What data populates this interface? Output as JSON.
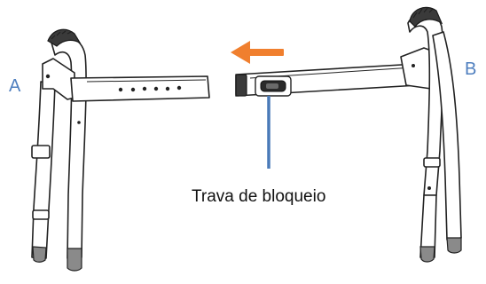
{
  "labels": {
    "side_a": "A",
    "side_b": "B",
    "lock_caption": "Trava de bloqueio"
  },
  "colors": {
    "side_label": "#4f7fbf",
    "arrow": "#f07f2e",
    "pointer": "#4a7ab8",
    "outline": "#222222"
  },
  "icons": {
    "direction_arrow": "arrow-left-icon",
    "lock_pointer": "pointer-line-icon"
  }
}
